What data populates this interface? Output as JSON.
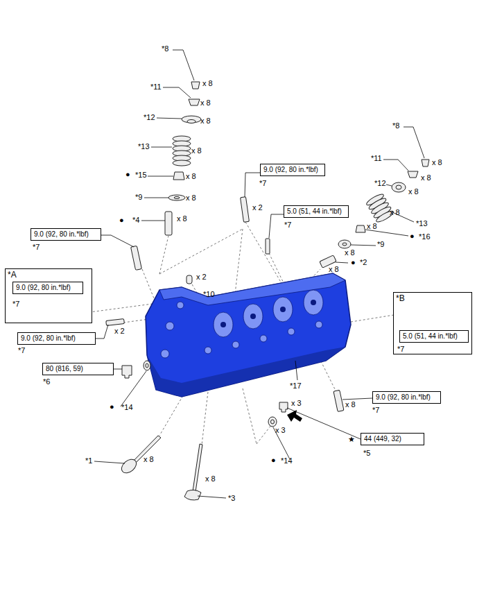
{
  "diagram": {
    "nodes": [
      {
        "text": [
          "9.0 (92, 80 in.*lbf)"
        ]
      },
      {
        "text": [
          "5.0 (51, 44 in.*lbf)"
        ]
      },
      {
        "text": [
          "9.0 (92, 80 in.*lbf)"
        ]
      },
      {
        "text": [
          "*A"
        ]
      },
      {
        "text": [
          "9.0 (92, 80 in.*lbf)"
        ],
        "in": 3
      },
      {
        "text": [
          "*B"
        ]
      },
      {
        "text": [
          "5.0 (51, 44 in.*lbf)"
        ],
        "in": 5
      },
      {
        "text": [
          "9.0 (92, 80 in.*lbf)"
        ]
      },
      {
        "text": [
          "80 (816, 59)"
        ]
      },
      {
        "text": [
          "9.0 (92, 80 in.*lbf)"
        ]
      },
      {
        "text": [
          "44 (449, 32)"
        ]
      }
    ],
    "labels": [
      "*8",
      "x 8",
      "*11",
      "x 8",
      "*12",
      "x 8",
      "*13",
      "x 8",
      "●",
      "*15",
      "x 8",
      "*9",
      "x 8",
      "●",
      "*4",
      "x 8",
      "*8",
      "x 8",
      "*11",
      "x 8",
      "*12",
      "x 8",
      "x 8",
      "*13",
      "x 8",
      "●",
      "*16",
      "*9",
      "x 8",
      "●",
      "*2",
      "x 8",
      "*7",
      "x 2",
      "*7",
      "*7",
      "x 2",
      "*10",
      "*7",
      "*7",
      "x 2",
      "*7",
      "*6",
      "●",
      "*14",
      "*17",
      "x 3",
      "x 8",
      "*7",
      "x 3",
      "★",
      "*5",
      "●",
      "*14",
      "*1",
      "x 8",
      "x 8",
      "*3"
    ]
  }
}
